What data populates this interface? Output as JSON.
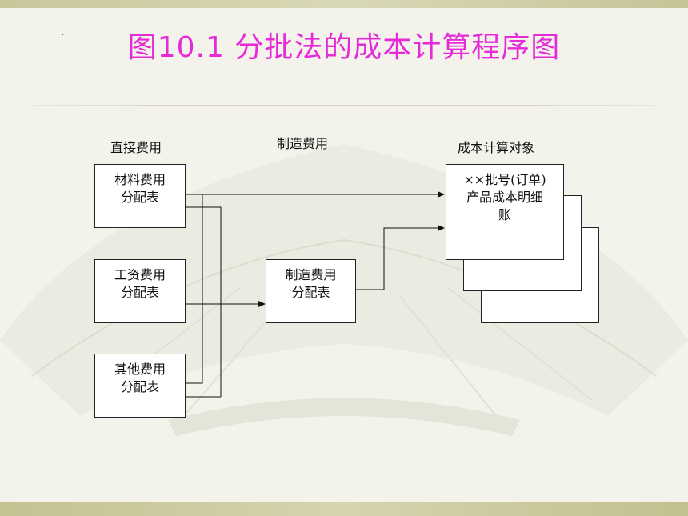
{
  "slide": {
    "title": "图10.1  分批法的成本计算程序图",
    "dot": "."
  },
  "diagram": {
    "headers": {
      "direct": "直接费用",
      "manufacturing": "制造费用",
      "cost_object": "成本计算对象"
    },
    "boxes": {
      "material": {
        "line1": "材料费用",
        "line2": "分配表"
      },
      "wage": {
        "line1": "工资费用",
        "line2": "分配表"
      },
      "other": {
        "line1": "其他费用",
        "line2": "分配表"
      },
      "manufacturing": {
        "line1": "制造费用",
        "line2": "分配表"
      },
      "ledger": {
        "line1": "××批号(订单)",
        "line2": "产品成本明细",
        "line3": "账"
      }
    }
  },
  "colors": {
    "title": "#e62ad8",
    "band": "#c9c79a",
    "background": "#f3f3ec"
  }
}
